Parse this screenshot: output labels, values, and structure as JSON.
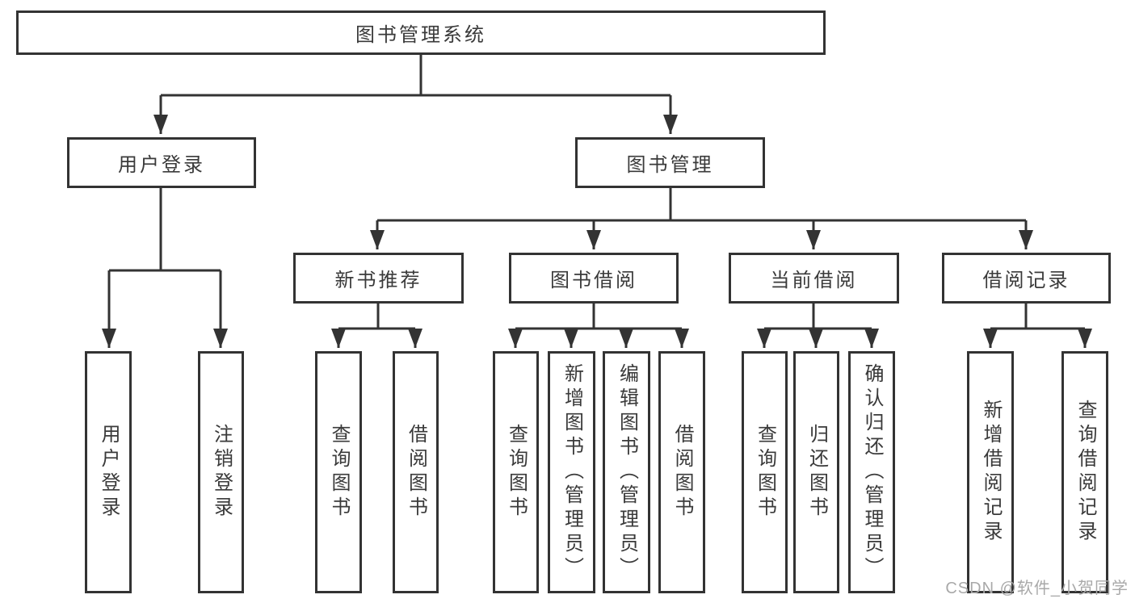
{
  "diagram": {
    "root": {
      "label": "图书管理系统",
      "children": [
        {
          "label": "用户登录",
          "children": [
            {
              "label": "用户登录"
            },
            {
              "label": "注销登录"
            }
          ]
        },
        {
          "label": "图书管理",
          "children": [
            {
              "label": "新书推荐",
              "children": [
                {
                  "label": "查询图书"
                },
                {
                  "label": "借阅图书"
                }
              ]
            },
            {
              "label": "图书借阅",
              "children": [
                {
                  "label": "查询图书"
                },
                {
                  "label": "新增图书（管理员）"
                },
                {
                  "label": "编辑图书（管理员）"
                },
                {
                  "label": "借阅图书"
                }
              ]
            },
            {
              "label": "当前借阅",
              "children": [
                {
                  "label": "查询图书"
                },
                {
                  "label": "归还图书"
                },
                {
                  "label": "确认归还（管理员）"
                }
              ]
            },
            {
              "label": "借阅记录",
              "children": [
                {
                  "label": "新增借阅记录"
                },
                {
                  "label": "查询借阅记录"
                }
              ]
            }
          ]
        }
      ]
    },
    "colors": {
      "line": "#333333",
      "text": "#3a3a3a",
      "watermark": "#a9a9a9",
      "background": "#ffffff"
    },
    "watermark": "CSDN @软件_小贺同学"
  }
}
